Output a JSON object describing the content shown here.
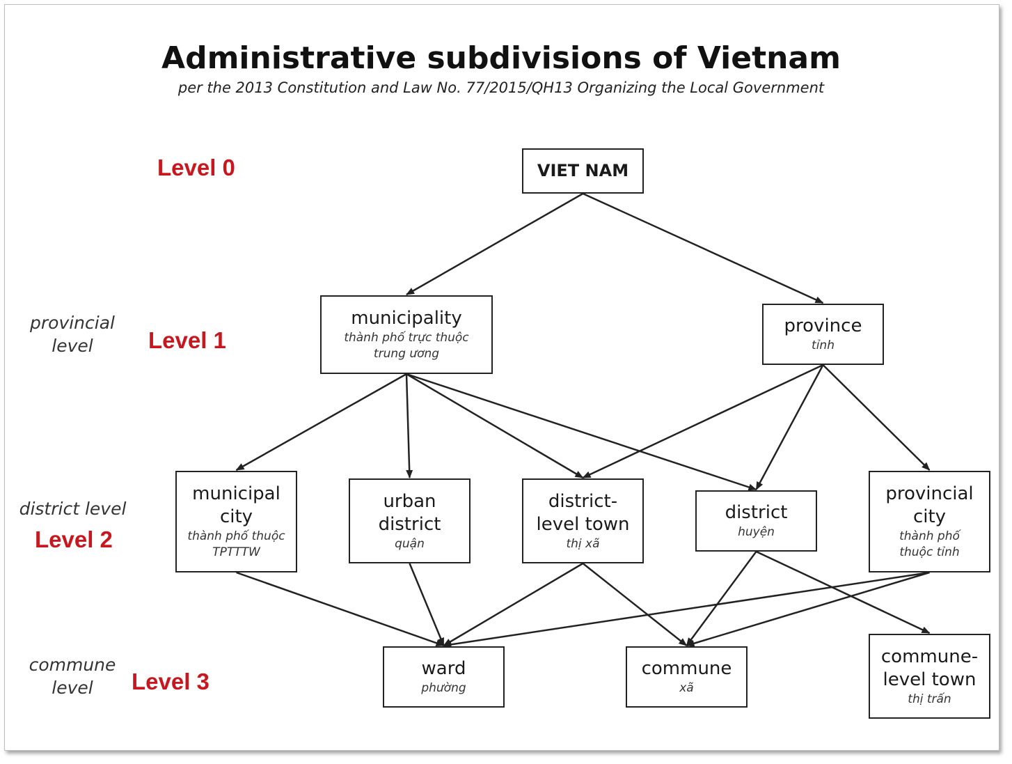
{
  "title": "Administrative subdivisions of Vietnam",
  "subtitle": "per the 2013 Constitution and Law No. 77/2015/QH13 Organizing the Local Government",
  "levels": {
    "level0": "Level 0",
    "level1": "Level 1",
    "level2": "Level 2",
    "level3": "Level 3"
  },
  "side_labels": {
    "provincial": "provincial\nlevel",
    "district": "district level",
    "commune": "commune\nlevel"
  },
  "colors": {
    "level_label": "#c8171e",
    "box_border": "#222222",
    "arrow": "#222222"
  },
  "nodes": {
    "vietnam": {
      "name": "VIET NAM",
      "vn": ""
    },
    "municipality": {
      "name": "municipality",
      "vn": "thành phố trực thuộc\ntrung ương"
    },
    "province": {
      "name": "province",
      "vn": "tỉnh"
    },
    "municipal_city": {
      "name": "municipal\ncity",
      "vn": "thành phố thuộc\nTPTTTW"
    },
    "urban_district": {
      "name": "urban\ndistrict",
      "vn": "quận"
    },
    "district_level_town": {
      "name": "district-\nlevel town",
      "vn": "thị xã"
    },
    "district": {
      "name": "district",
      "vn": "huyện"
    },
    "provincial_city": {
      "name": "provincial\ncity",
      "vn": "thành phố\nthuộc tỉnh"
    },
    "ward": {
      "name": "ward",
      "vn": "phường"
    },
    "commune": {
      "name": "commune",
      "vn": "xã"
    },
    "commune_level_town": {
      "name": "commune-\nlevel town",
      "vn": "thị trấn"
    }
  },
  "edges": [
    [
      "vietnam",
      "municipality"
    ],
    [
      "vietnam",
      "province"
    ],
    [
      "municipality",
      "municipal_city"
    ],
    [
      "municipality",
      "urban_district"
    ],
    [
      "municipality",
      "district_level_town"
    ],
    [
      "municipality",
      "district"
    ],
    [
      "province",
      "district_level_town"
    ],
    [
      "province",
      "district"
    ],
    [
      "province",
      "provincial_city"
    ],
    [
      "municipal_city",
      "ward"
    ],
    [
      "urban_district",
      "ward"
    ],
    [
      "district_level_town",
      "ward"
    ],
    [
      "district_level_town",
      "commune"
    ],
    [
      "district",
      "commune"
    ],
    [
      "district",
      "commune_level_town"
    ],
    [
      "provincial_city",
      "ward"
    ],
    [
      "provincial_city",
      "commune"
    ]
  ]
}
